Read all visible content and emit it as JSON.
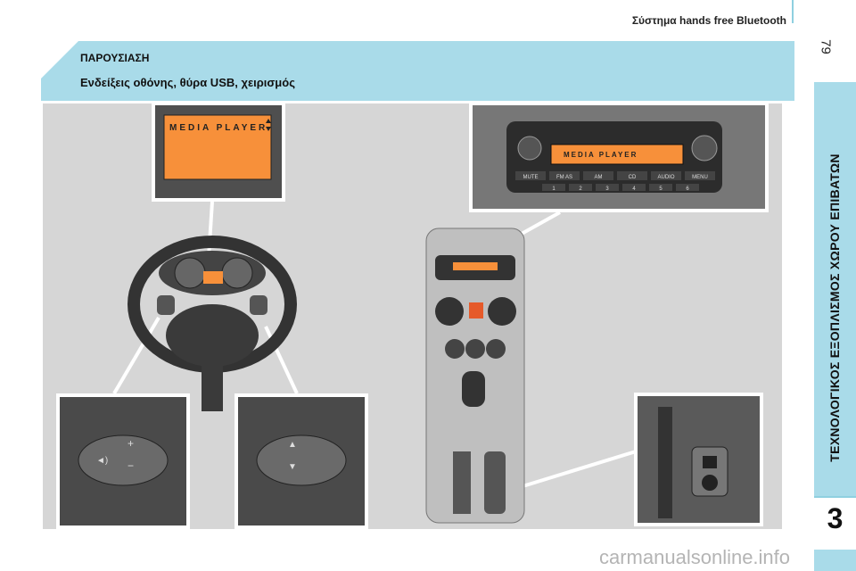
{
  "header": {
    "title": "Σύστημα hands free Bluetooth",
    "page_number": "79"
  },
  "banner": {
    "title": "ΠΑΡΟΥΣΙΑΣΗ",
    "subtitle": "Ενδείξεις οθόνης, θύρα USB, χειρισμός"
  },
  "side_tab": {
    "label": "ΤΕΧΝΟΛΟΓΙΚΟΣ ΕΞΟΠΛΙΣΜΟΣ ΧΩΡΟΥ ΕΠΙΒΑΤΩΝ",
    "chapter": "3"
  },
  "illustration": {
    "display_text": "MEDIA PLAYER",
    "radio_display_text": "MEDIA PLAYER",
    "radio_buttons": [
      "MUTE",
      "FM AS",
      "AM",
      "CD",
      "AUDIO",
      "MENU"
    ],
    "radio_presets": [
      "1",
      "2",
      "3",
      "4",
      "5",
      "6"
    ],
    "display_color": "#f7903a"
  },
  "watermark": "carmanualsonline.info"
}
